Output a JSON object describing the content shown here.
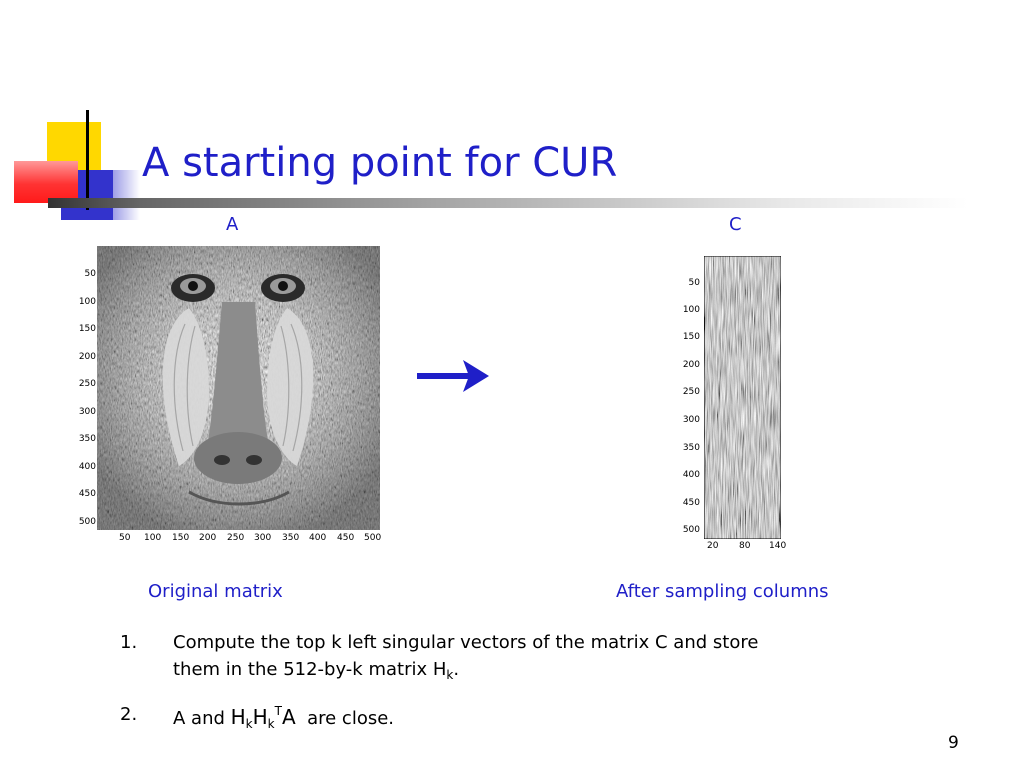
{
  "slide": {
    "title": "A starting point for CUR",
    "page_number": "9"
  },
  "panels": {
    "a": {
      "label": "A",
      "caption": "Original matrix",
      "y_ticks": [
        "50",
        "100",
        "150",
        "200",
        "250",
        "300",
        "350",
        "400",
        "450",
        "500"
      ],
      "x_ticks": [
        "50",
        "100",
        "150",
        "200",
        "250",
        "300",
        "350",
        "400",
        "450",
        "500"
      ]
    },
    "c": {
      "label": "C",
      "caption": "After sampling columns",
      "y_ticks": [
        "50",
        "100",
        "150",
        "200",
        "250",
        "300",
        "350",
        "400",
        "450",
        "500"
      ],
      "x_ticks": [
        "20",
        "80",
        "140"
      ]
    }
  },
  "list": {
    "item1": {
      "number": "1.",
      "line1": "Compute the top k left singular vectors of the matrix C and store",
      "line2_prefix": "them in the 512-by-k matrix H",
      "line2_sub": "k",
      "line2_suffix": "."
    },
    "item2": {
      "number": "2.",
      "prefix": "A and ",
      "h1": "H",
      "sub1": "k",
      "h2": "H",
      "sub2": "k",
      "sup": "T",
      "a": "A",
      "suffix": "  are close."
    }
  },
  "colors": {
    "accent": "#1f1fc8",
    "logo_yellow": "#ffd800",
    "logo_blue": "#3333cc",
    "logo_red": "#ff3333"
  }
}
